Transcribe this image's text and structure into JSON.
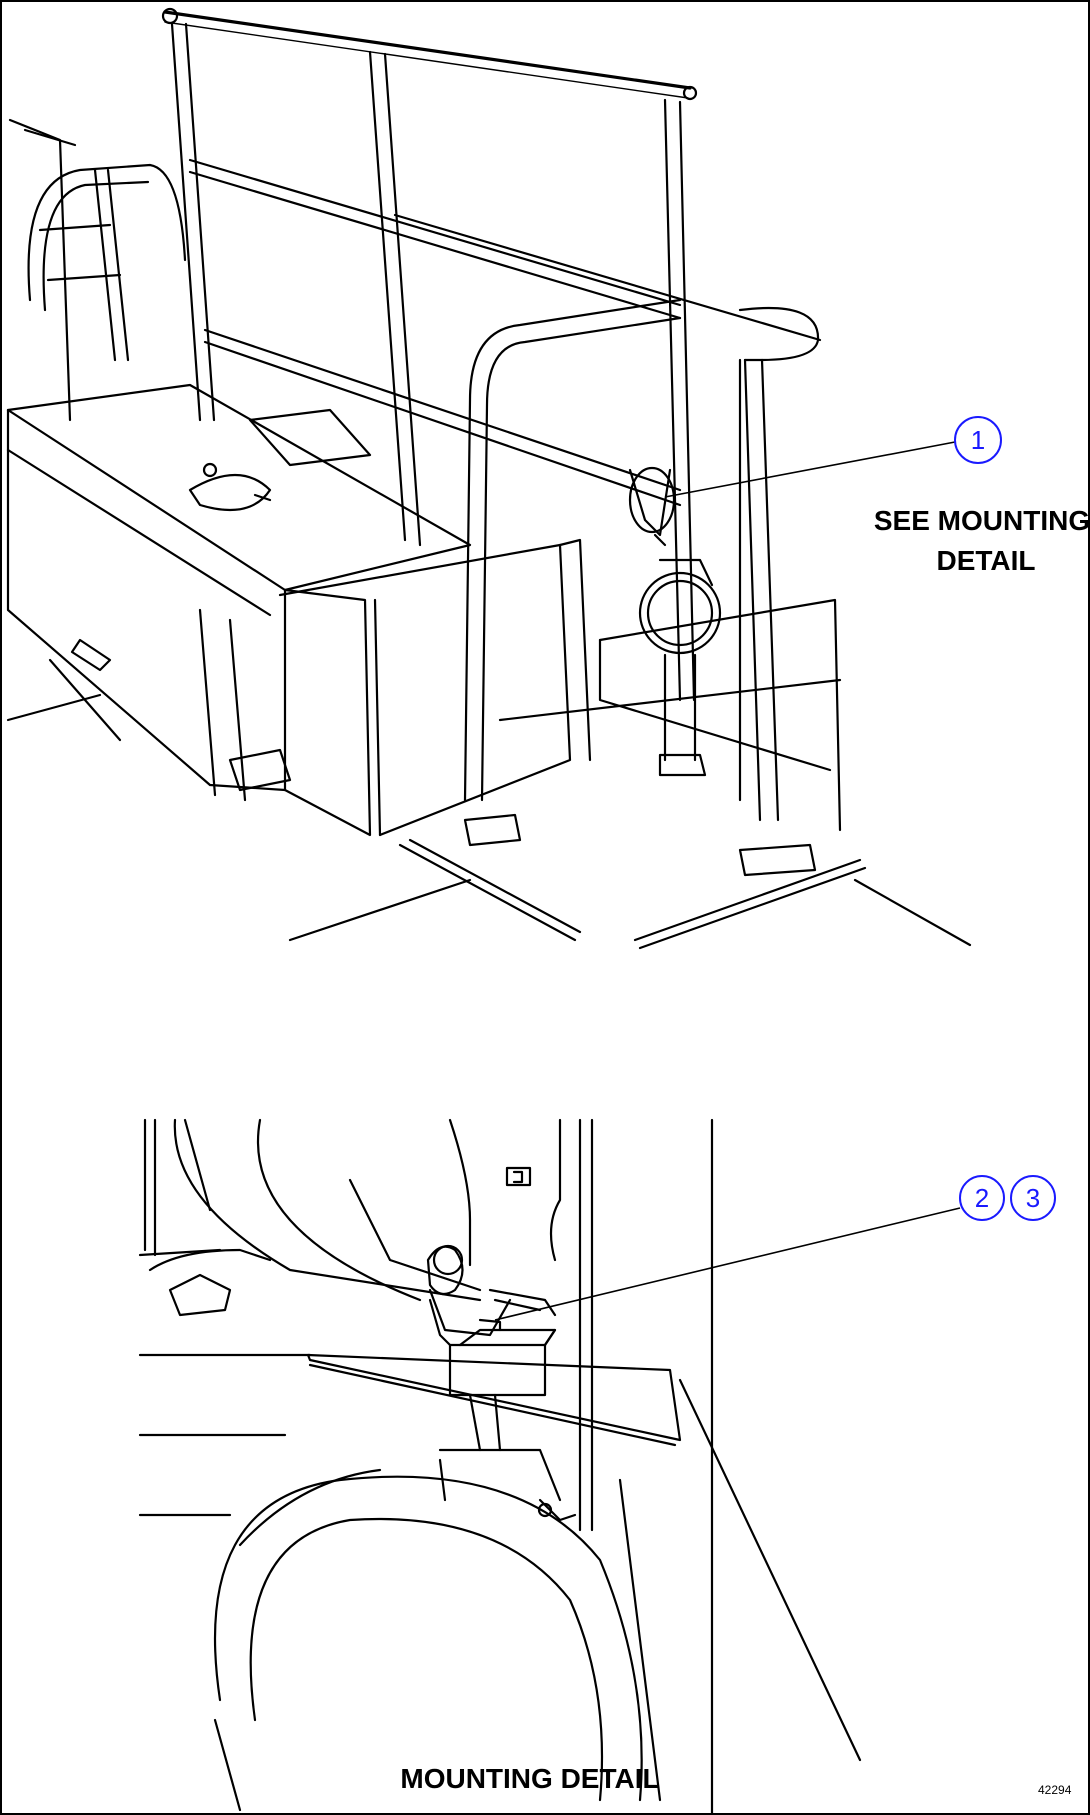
{
  "callouts": {
    "top": [
      "1"
    ],
    "detail": [
      "2",
      "3"
    ]
  },
  "labels": {
    "see_mounting_line1": "SEE MOUNTING",
    "see_mounting_line2": "DETAIL",
    "mounting_detail": "MOUNTING DETAIL",
    "figure_id": "42294"
  },
  "colors": {
    "callout_blue": "#1a1aff",
    "line": "#000000",
    "background": "#ffffff"
  }
}
